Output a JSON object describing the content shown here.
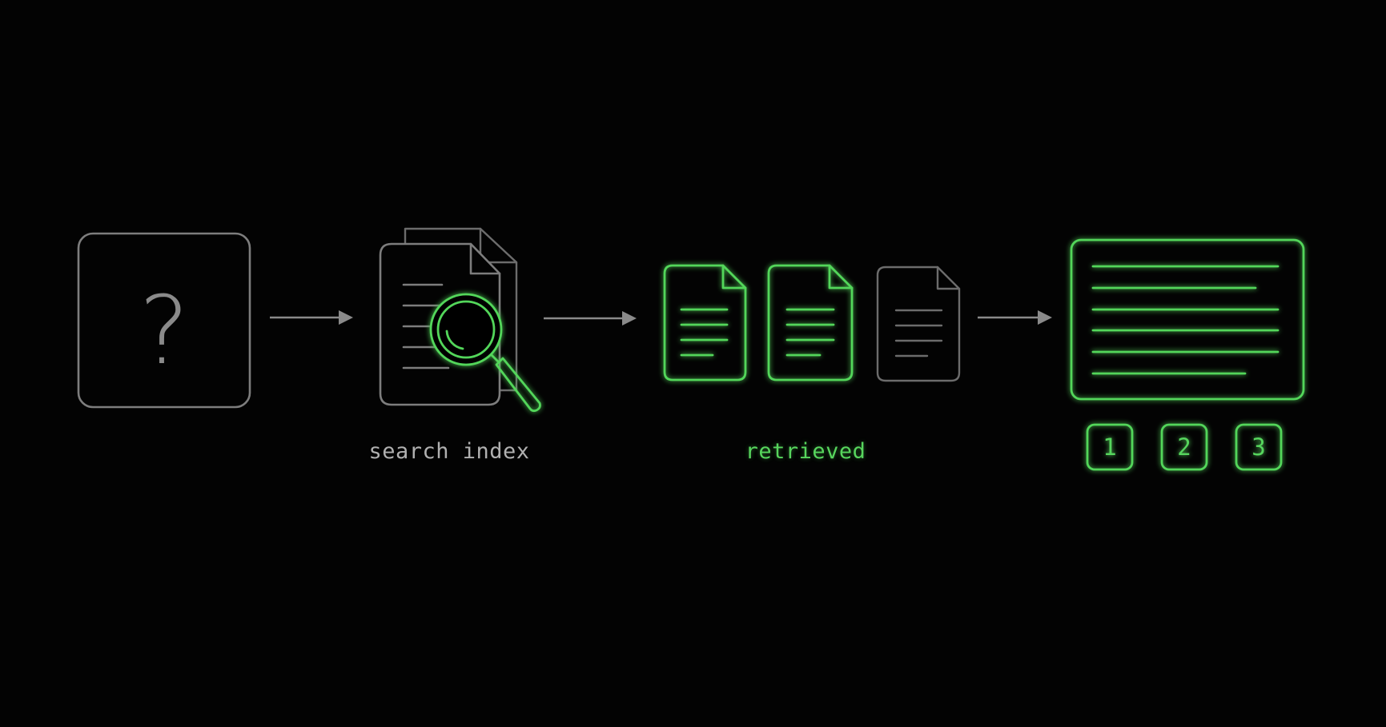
{
  "steps": {
    "query": {
      "symbol": "?"
    },
    "index": {
      "label": "search index"
    },
    "retrieved": {
      "label": "retrieved"
    },
    "answer": {
      "citations": [
        "1",
        "2",
        "3"
      ]
    }
  },
  "colors": {
    "background": "#030303",
    "gray": "#7d7d7d",
    "green": "#52d65a"
  },
  "icons": [
    "question-icon",
    "arrow-icon",
    "document-stack-icon",
    "magnifier-icon",
    "document-icon",
    "answer-panel-icon"
  ]
}
